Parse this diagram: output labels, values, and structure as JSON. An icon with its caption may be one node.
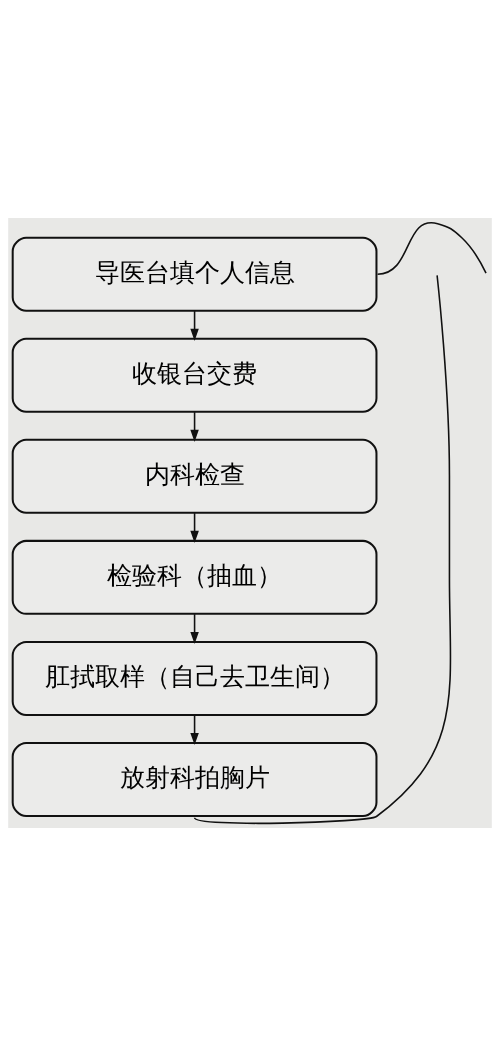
{
  "diagram": {
    "nodes": [
      {
        "text": [
          "导医台填个人信息"
        ]
      },
      {
        "text": [
          "收银台交费"
        ]
      },
      {
        "text": [
          "内科检查"
        ]
      },
      {
        "text": [
          "检验科（抽血）"
        ]
      },
      {
        "text": [
          "肛拭取样（自己去卫生间）"
        ]
      },
      {
        "text": [
          "放射科拍胸片"
        ]
      }
    ],
    "edges": [
      {
        "from": 0,
        "to": 1,
        "arrow": "to"
      },
      {
        "from": 1,
        "to": 2,
        "arrow": "to"
      },
      {
        "from": 2,
        "to": 3,
        "arrow": "to"
      },
      {
        "from": 3,
        "to": 4,
        "arrow": "to"
      },
      {
        "from": 4,
        "to": 5,
        "arrow": "to"
      },
      {
        "from": 0,
        "to": null,
        "arrow": "none"
      },
      {
        "from": 5,
        "to": null,
        "arrow": "none"
      }
    ]
  }
}
